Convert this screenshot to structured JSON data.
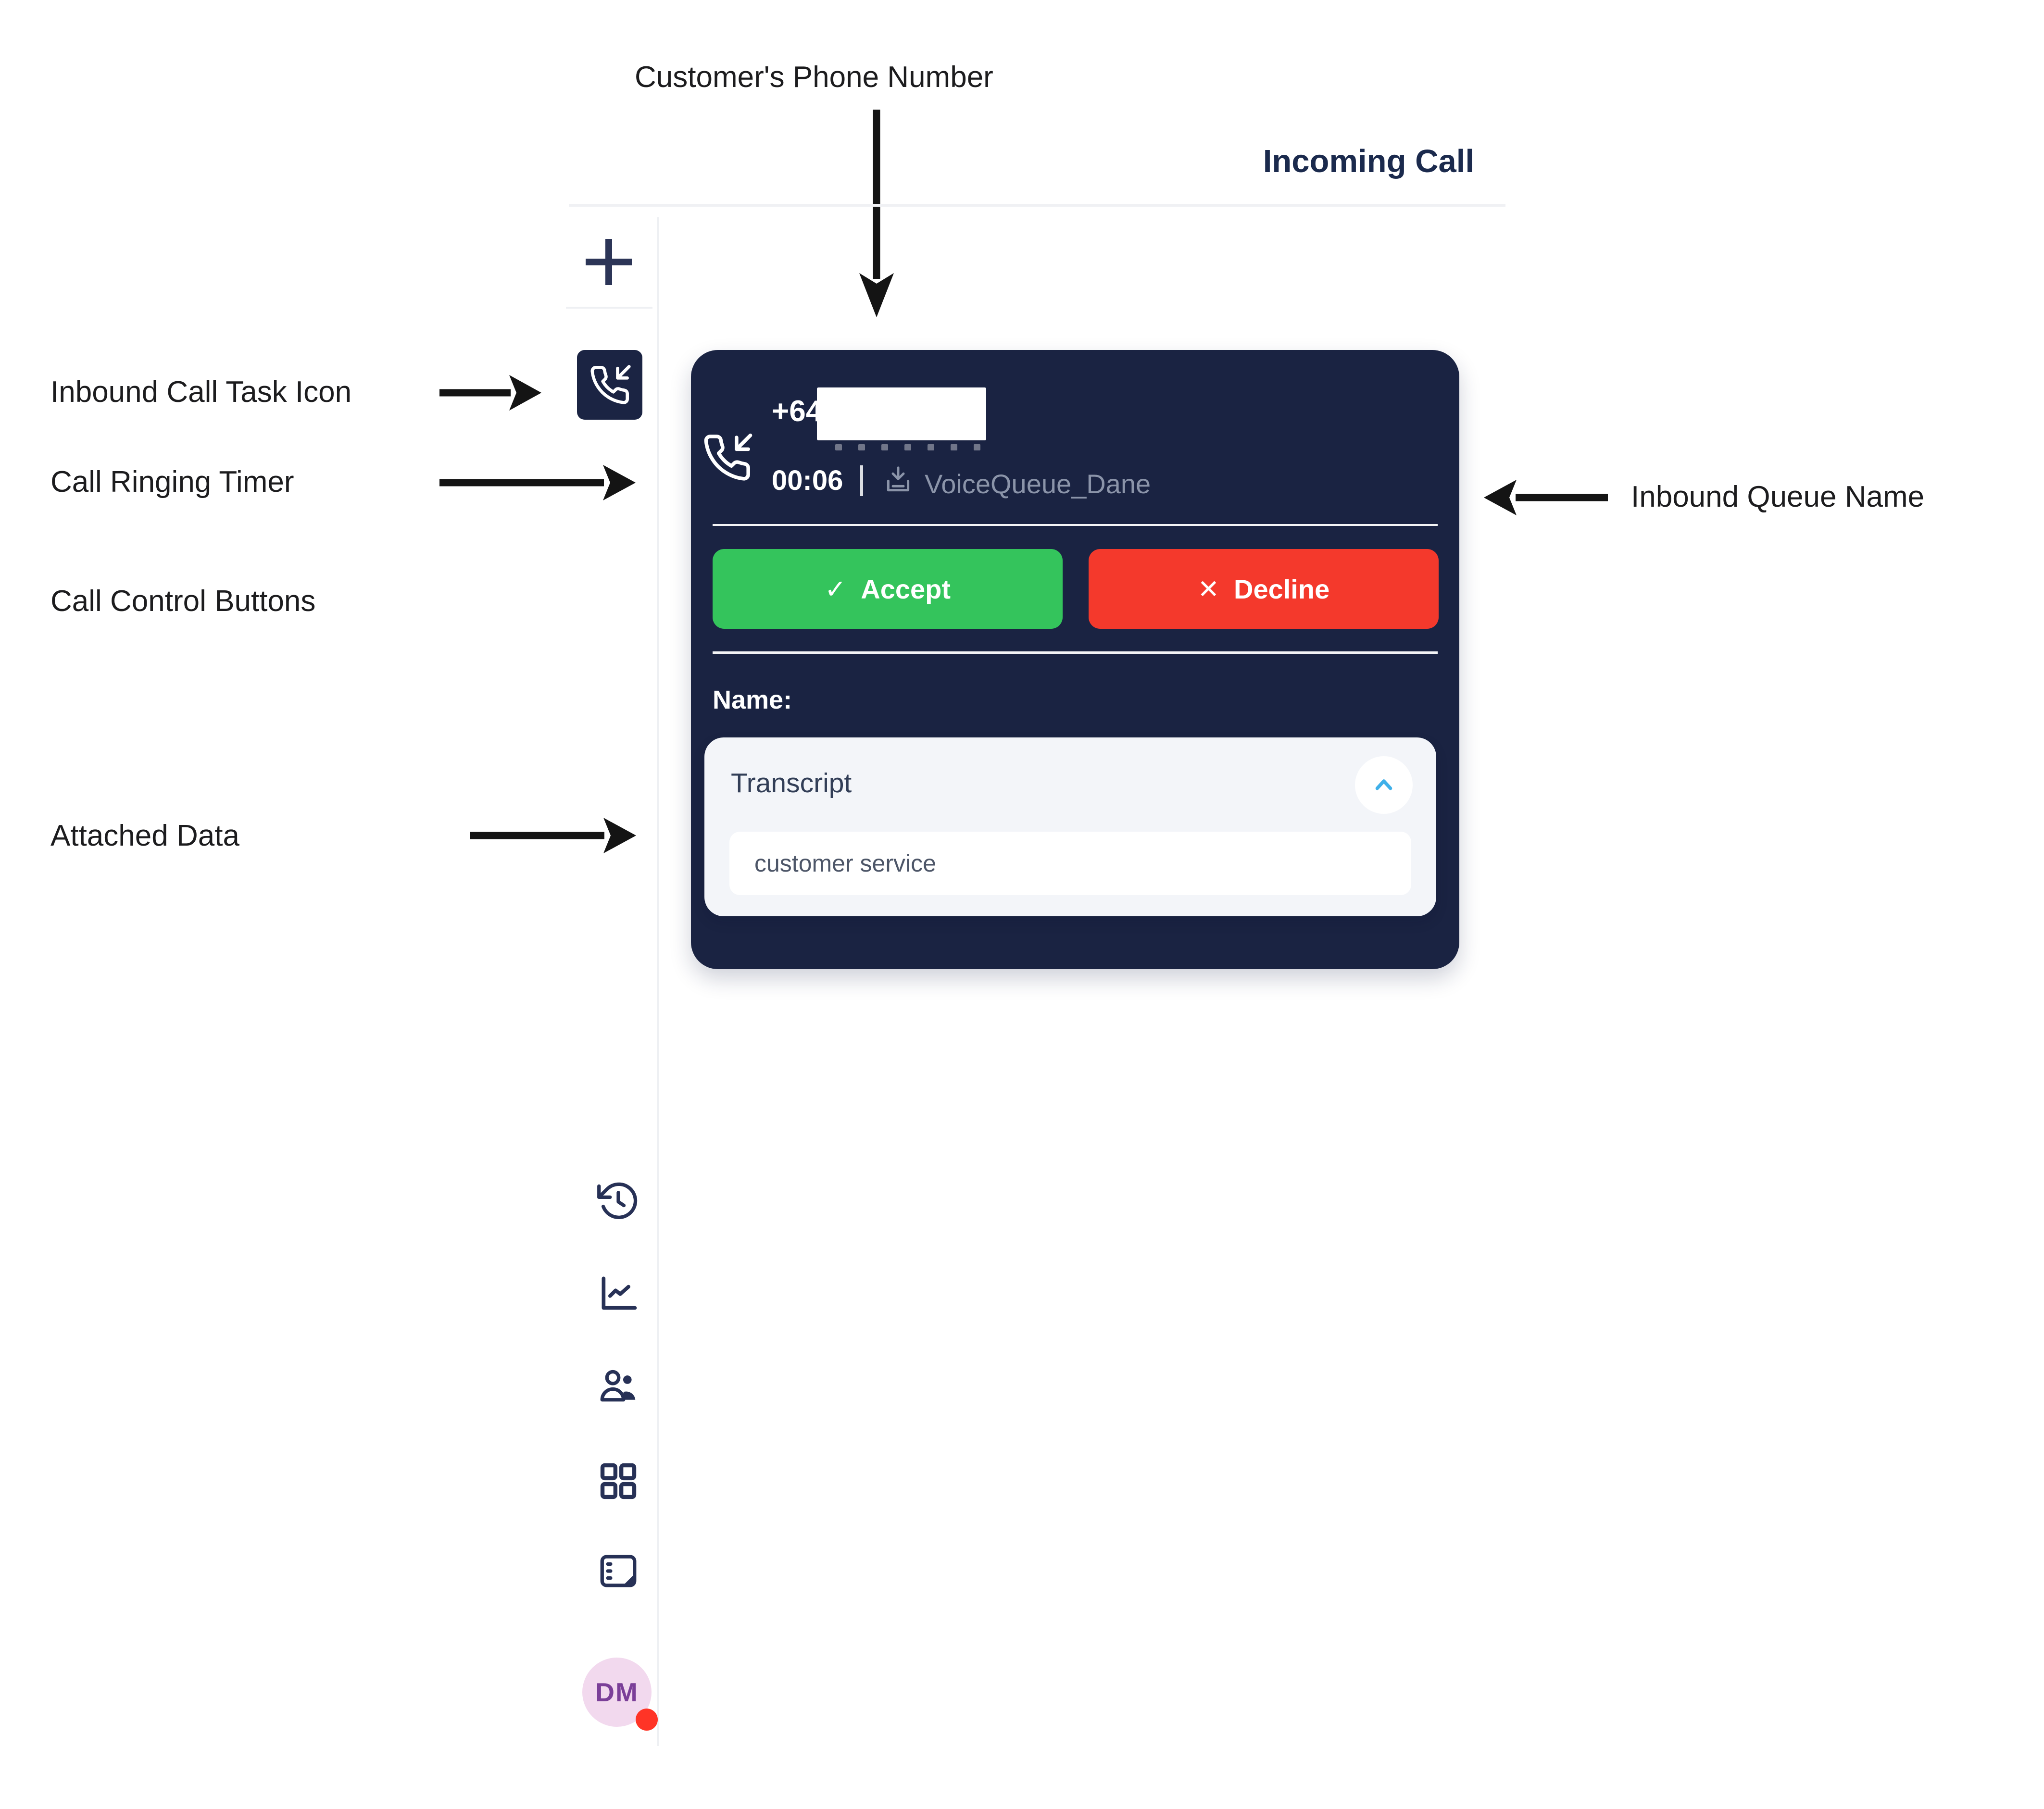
{
  "annotations": {
    "customer_phone": "Customer's Phone Number",
    "inbound_task_icon": "Inbound Call Task Icon",
    "call_ringing_timer": "Call Ringing Timer",
    "call_control_buttons": "Call Control Buttons",
    "attached_data": "Attached Data",
    "inbound_queue_name": "Inbound Queue Name"
  },
  "header": {
    "title": "Incoming Call"
  },
  "call_card": {
    "phone_prefix": "+64",
    "ringing_timer": "00:06",
    "queue_name": "VoiceQueue_Dane",
    "accept": {
      "icon": "✓",
      "label": "Accept"
    },
    "decline": {
      "icon": "✕",
      "label": "Decline"
    },
    "name_label": "Name:",
    "attached_data": {
      "title": "Transcript",
      "value": "customer service"
    }
  },
  "sidebar": {
    "avatar": {
      "initials": "DM"
    },
    "icons": [
      "add-task-icon",
      "inbound-call-task-icon",
      "history-icon",
      "metrics-icon",
      "contacts-icon",
      "apps-grid-icon",
      "notes-icon"
    ]
  },
  "colors": {
    "card_bg": "#1a2342",
    "accept_green": "#34c45c",
    "decline_red": "#f4392c",
    "queue_text": "#8b94a9",
    "chevron_blue": "#3fb0e9",
    "title_navy": "#1b2a4d",
    "avatar_bg": "#f2d9ee",
    "avatar_text": "#7b3f98",
    "status_dot": "#ff3426"
  }
}
